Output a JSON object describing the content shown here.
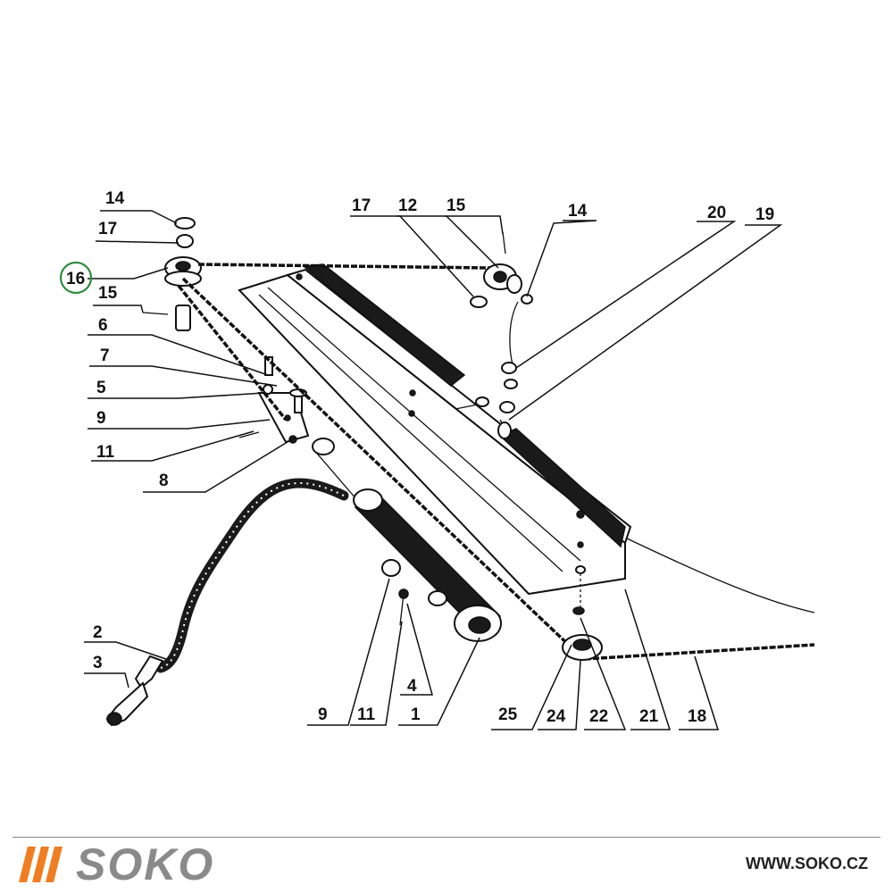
{
  "diagram": {
    "callouts": [
      {
        "id": "c14a",
        "label": "14"
      },
      {
        "id": "c17a",
        "label": "17"
      },
      {
        "id": "c16",
        "label": "16",
        "circled": true
      },
      {
        "id": "c15a",
        "label": "15"
      },
      {
        "id": "c6",
        "label": "6"
      },
      {
        "id": "c7",
        "label": "7"
      },
      {
        "id": "c5",
        "label": "5"
      },
      {
        "id": "c9a",
        "label": "9"
      },
      {
        "id": "c11a",
        "label": "11"
      },
      {
        "id": "c8",
        "label": "8"
      },
      {
        "id": "c2",
        "label": "2"
      },
      {
        "id": "c3",
        "label": "3"
      },
      {
        "id": "c17b",
        "label": "17"
      },
      {
        "id": "c12",
        "label": "12"
      },
      {
        "id": "c15b",
        "label": "15"
      },
      {
        "id": "c14b",
        "label": "14"
      },
      {
        "id": "c20",
        "label": "20"
      },
      {
        "id": "c19",
        "label": "19"
      },
      {
        "id": "c4",
        "label": "4"
      },
      {
        "id": "c9b",
        "label": "9"
      },
      {
        "id": "c11b",
        "label": "11"
      },
      {
        "id": "c1",
        "label": "1"
      },
      {
        "id": "c25",
        "label": "25"
      },
      {
        "id": "c24",
        "label": "24"
      },
      {
        "id": "c22",
        "label": "22"
      },
      {
        "id": "c21",
        "label": "21"
      },
      {
        "id": "c18",
        "label": "18"
      }
    ],
    "highlight_color": "#2e8b3e"
  },
  "footer": {
    "brand": "SOKO",
    "website": "WWW.SOKO.CZ",
    "brand_color": "#8a8a8a",
    "accent_color": "#f07d22"
  }
}
